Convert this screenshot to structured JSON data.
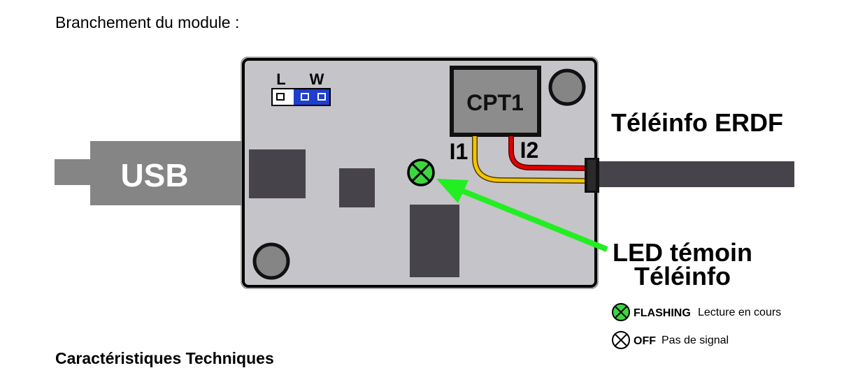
{
  "document": {
    "intro": "Branchement du module :",
    "next_section": "Caractéristiques Techniques"
  },
  "diagram": {
    "usb_label": "USB",
    "jumper": {
      "left_label": "L",
      "right_label": "W"
    },
    "counter_label": "CPT1",
    "wire_labels": {
      "i1": "I1",
      "i2": "I2"
    },
    "teleinfo_label": "Téléinfo ERDF",
    "led_label_line1": "LED témoin",
    "led_label_line2": "Téléinfo",
    "legend": [
      {
        "state": "FLASHING",
        "description": "Lecture en cours"
      },
      {
        "state": "OFF",
        "description": "Pas de signal"
      }
    ]
  },
  "colors": {
    "board": "#c5c4c8",
    "board_border": "#000000",
    "component": "#47434a",
    "usb_plug": "#858585",
    "cable": "#47434a",
    "wire_i1": "#f5c400",
    "wire_i2": "#e10000",
    "led": "#3cd640",
    "arrow": "#22ee22",
    "jumper_cap": "#1e3ecc"
  }
}
